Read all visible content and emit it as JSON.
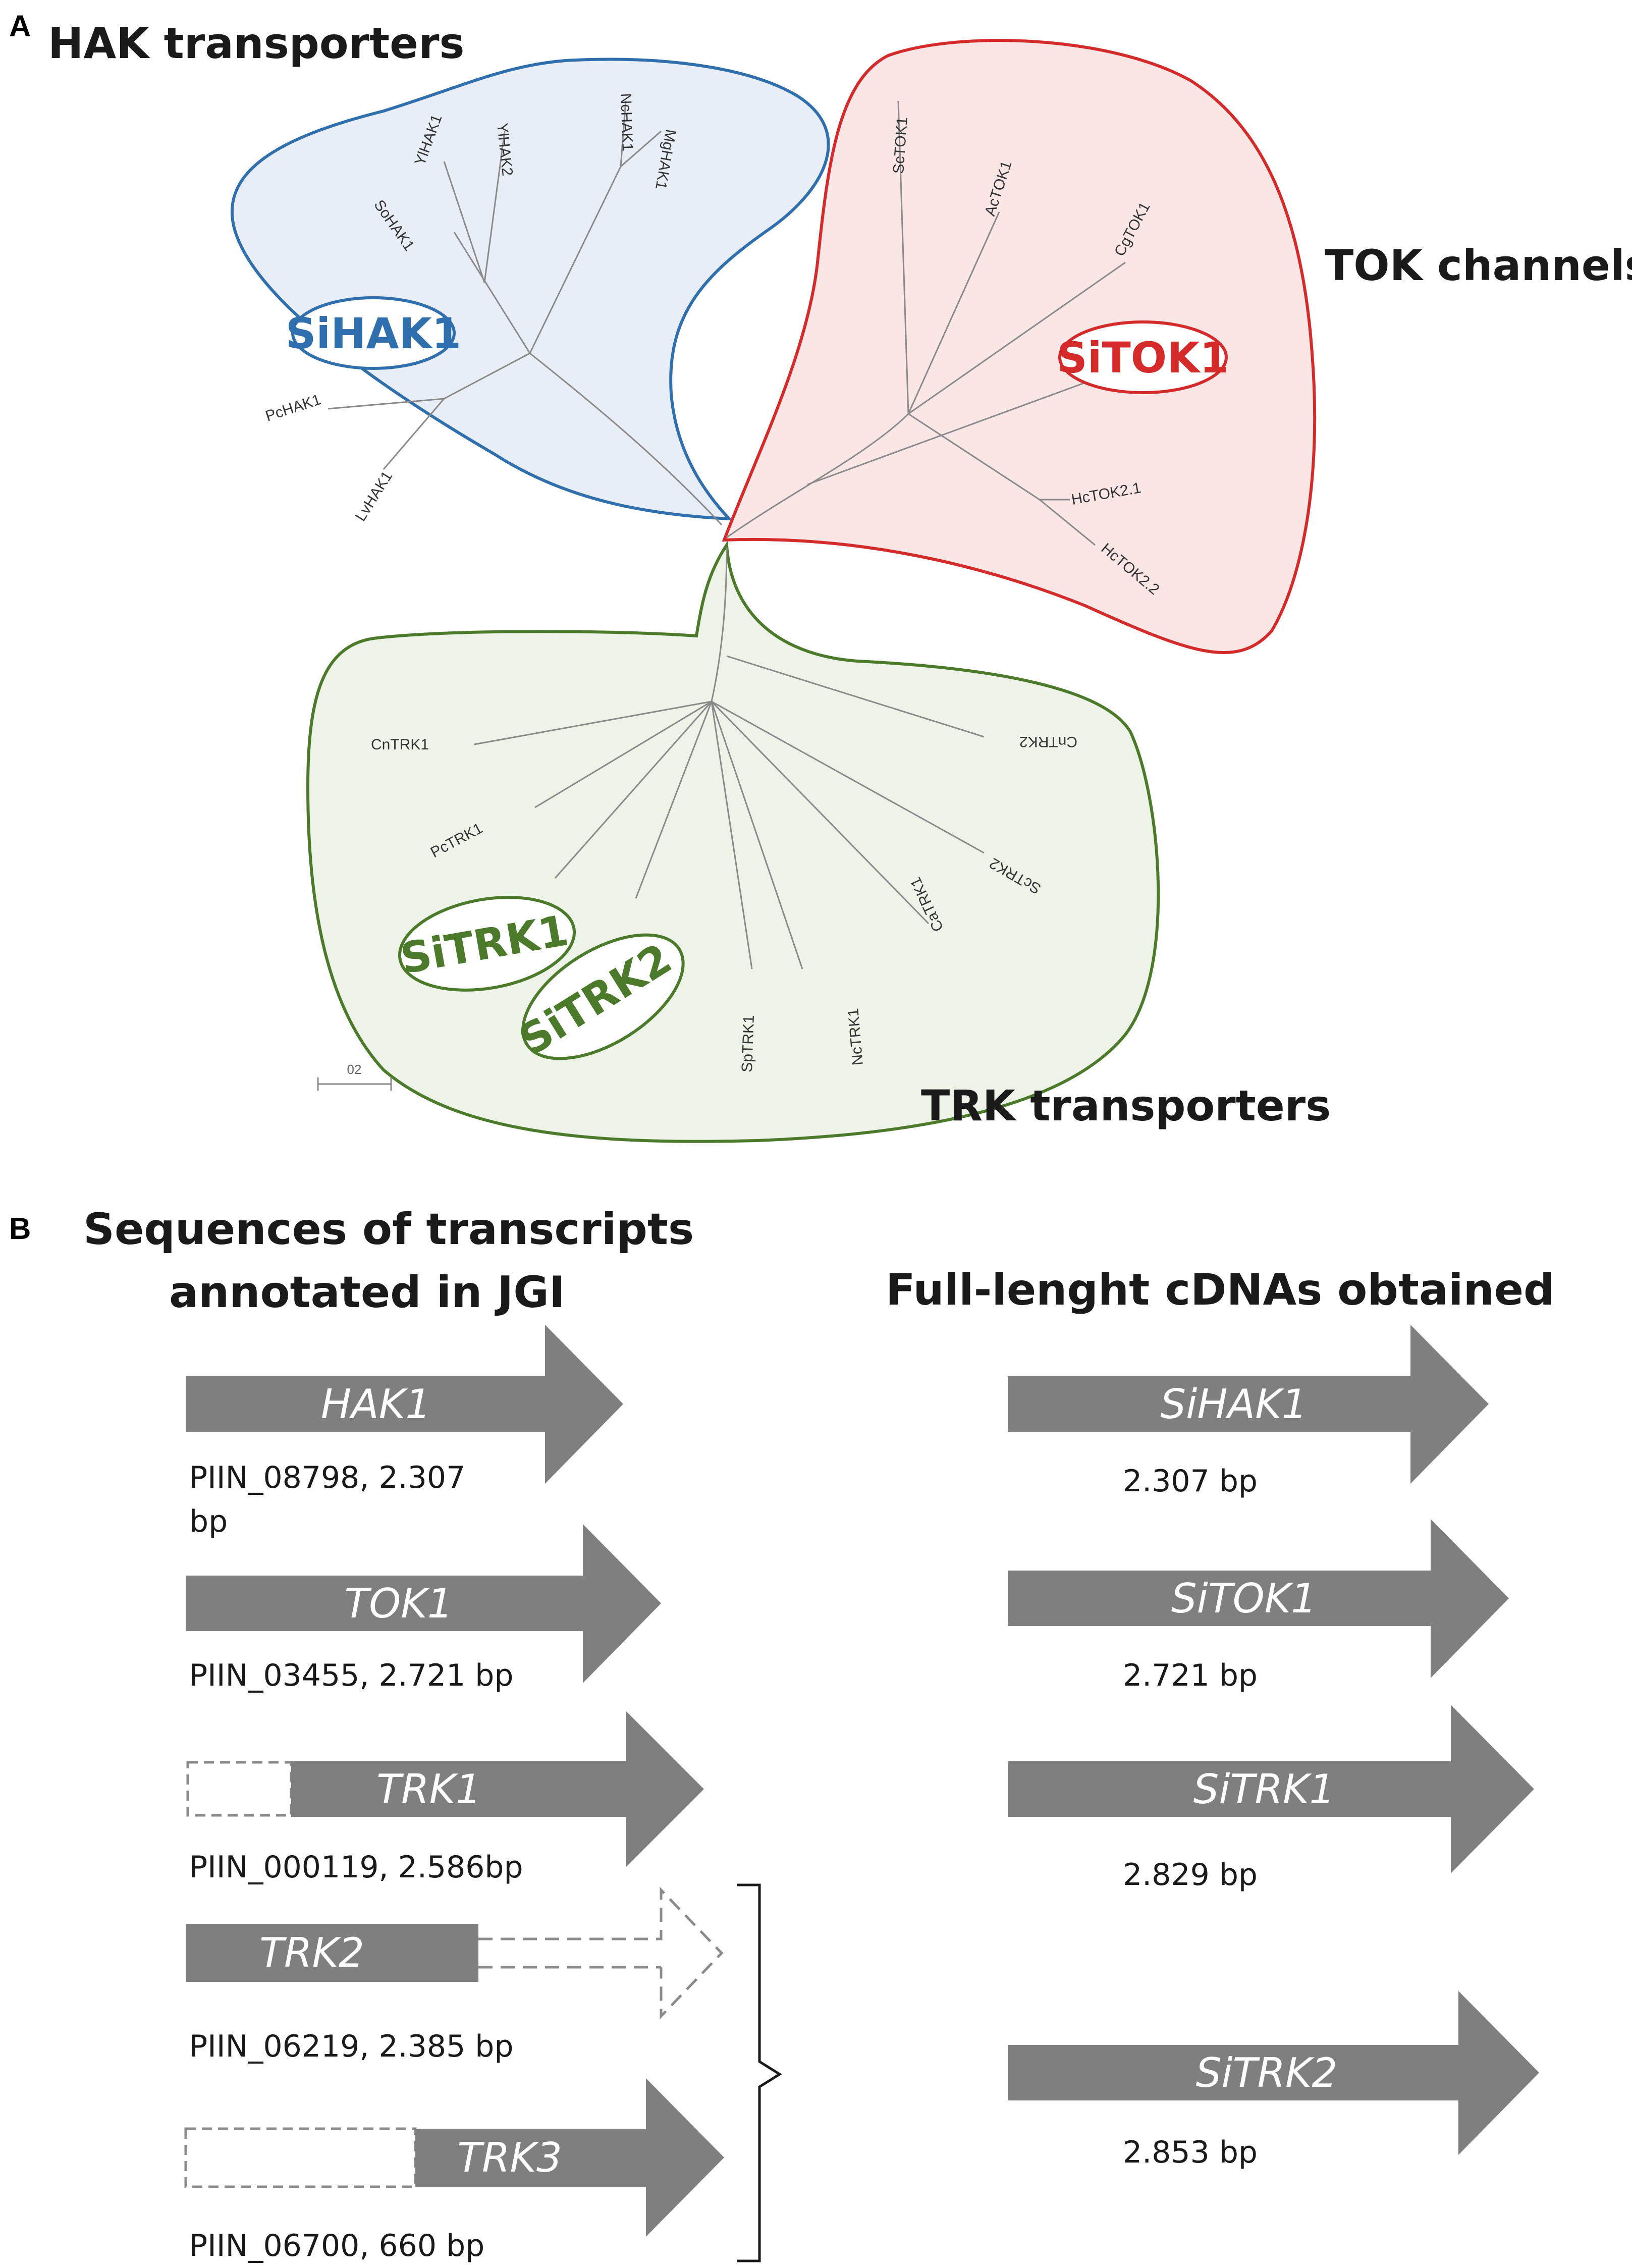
{
  "panel_a": {
    "letter": "A",
    "groups": {
      "hak": {
        "title": "HAK transporters",
        "highlight": "SiHAK1",
        "color": "#2f6fad",
        "leaves": [
          "YlHAK1",
          "YlHAK2",
          "NcHAK1",
          "MgHAK1",
          "SoHAK1",
          "PcHAK1",
          "LvHAK1"
        ]
      },
      "tok": {
        "title": "TOK channels",
        "highlight": "SiTOK1",
        "color": "#d42a2a",
        "leaves": [
          "ScTOK1",
          "AcTOK1",
          "CgTOK1",
          "HcTOK2.1",
          "HcTOK2.2"
        ]
      },
      "trk": {
        "title": "TRK transporters",
        "highlight_1": "SiTRK1",
        "highlight_2": "SiTRK2",
        "color": "#4a7a2a",
        "leaves": [
          "CnTRK1",
          "CnTRK2",
          "PcTRK1",
          "ScTRK2",
          "CaTRK1",
          "NcTRK1",
          "SpTRK1"
        ]
      }
    },
    "scale_label": "02"
  },
  "panel_b": {
    "letter": "B",
    "left_title_line1": "Sequences of transcripts",
    "left_title_line2": "annotated in JGI",
    "right_title": "Full-lenght cDNAs obtained",
    "left": [
      {
        "gene": "HAK1",
        "caption_line1": "PIIN_08798, 2.307",
        "caption_line2": "bp"
      },
      {
        "gene": "TOK1",
        "caption_line1": "PIIN_03455, 2.721 bp"
      },
      {
        "gene": "TRK1",
        "caption_line1": "PIIN_000119, 2.586bp"
      },
      {
        "gene": "TRK2",
        "caption_line1": "PIIN_06219, 2.385 bp"
      },
      {
        "gene": "TRK3",
        "caption_line1": "PIIN_06700, 660 bp"
      }
    ],
    "right": [
      {
        "gene": "SiHAK1",
        "caption": "2.307 bp"
      },
      {
        "gene": "SiTOK1",
        "caption": "2.721 bp"
      },
      {
        "gene": "SiTRK1",
        "caption": "2.829 bp"
      },
      {
        "gene": "SiTRK2",
        "caption": "2.853 bp"
      }
    ],
    "colors": {
      "arrow": "#7f7f7f",
      "dashed": "#8a8a8a"
    }
  }
}
